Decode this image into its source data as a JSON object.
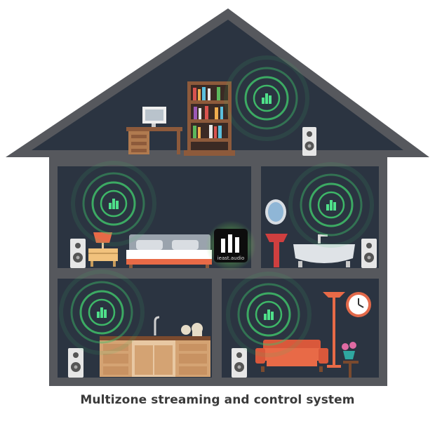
{
  "caption": "Multizone streaming and control system",
  "hub_logo_text": "ieast.audio",
  "colors": {
    "house_frame": "#56585d",
    "room_bg": "#2b3441",
    "zone_ring": "#3fbf6a",
    "zone_icon": "#4fe08a",
    "wood": "#8d5a3b",
    "sofa": "#e86a47",
    "clock": "#e2694a"
  },
  "zones": [
    {
      "room": "attic-study"
    },
    {
      "room": "bedroom"
    },
    {
      "room": "bathroom"
    },
    {
      "room": "kitchen"
    },
    {
      "room": "living-room"
    }
  ]
}
